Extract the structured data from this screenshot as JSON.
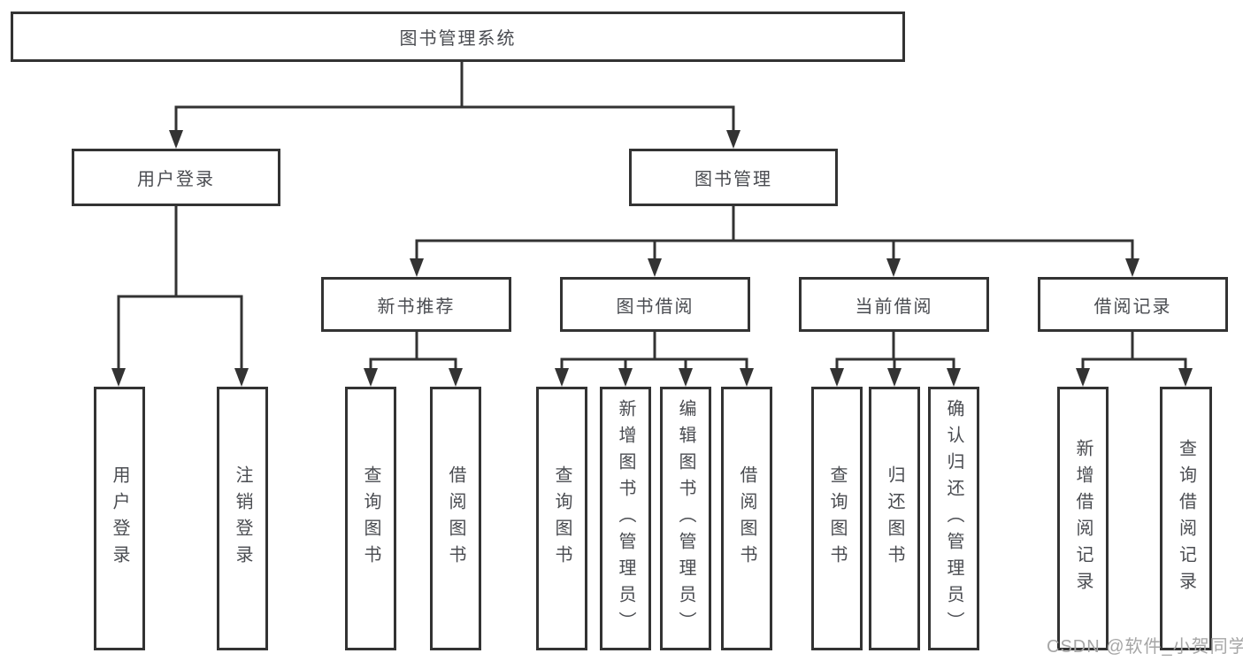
{
  "diagram": {
    "root": {
      "label": "图书管理系统",
      "children": [
        {
          "label": "用户登录",
          "children": [
            {
              "label": "用户登录"
            },
            {
              "label": "注销登录"
            }
          ]
        },
        {
          "label": "图书管理",
          "children": [
            {
              "label": "新书推荐",
              "children": [
                {
                  "label": "查询图书"
                },
                {
                  "label": "借阅图书"
                }
              ]
            },
            {
              "label": "图书借阅",
              "children": [
                {
                  "label": "查询图书"
                },
                {
                  "label": "新增图书（管理员）"
                },
                {
                  "label": "编辑图书（管理员）"
                },
                {
                  "label": "借阅图书"
                }
              ]
            },
            {
              "label": "当前借阅",
              "children": [
                {
                  "label": "查询图书"
                },
                {
                  "label": "归还图书"
                },
                {
                  "label": "确认归还（管理员）"
                }
              ]
            },
            {
              "label": "借阅记录",
              "children": [
                {
                  "label": "新增借阅记录"
                },
                {
                  "label": "查询借阅记录"
                }
              ]
            }
          ]
        }
      ]
    }
  },
  "watermark": {
    "text": "CSDN @软件_小贺同学"
  },
  "colors": {
    "line": "#333333",
    "text": "#4a4c51",
    "watermark": "#a6a6a6",
    "background": "#ffffff"
  }
}
